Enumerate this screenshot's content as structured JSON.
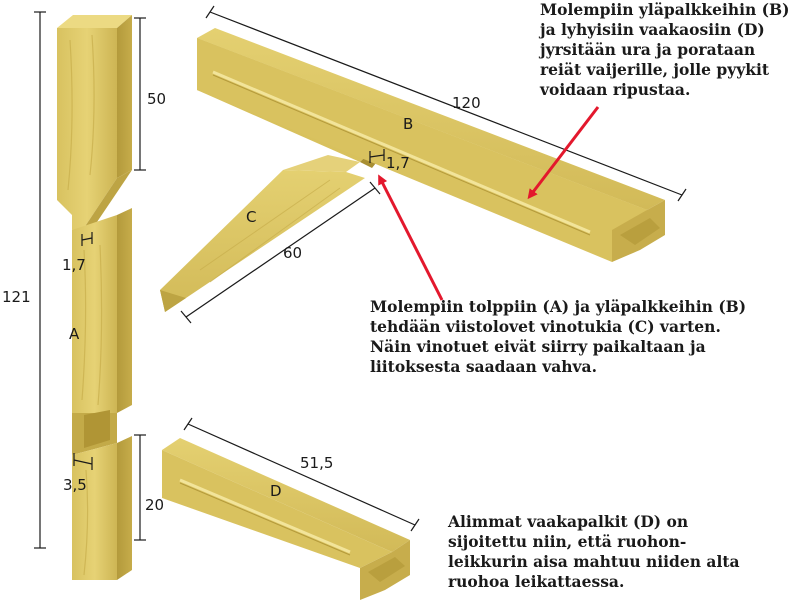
{
  "parts": {
    "a": "A",
    "b": "B",
    "c": "C",
    "d": "D"
  },
  "dimensions": {
    "post_height": "121",
    "post_top": "50",
    "post_bottom": "20",
    "notch_depth_post": "1,7",
    "notch_depth_beam": "1,7",
    "post_slot": "3,5",
    "beam_b_length": "120",
    "brace_c_length": "60",
    "beam_d_length": "51,5"
  },
  "notes": {
    "top": [
      "Molempiin yläpalkkeihin (B)",
      "ja lyhyisiin vaakaosiin (D)",
      "jyrsitään ura ja porataan",
      "reiät vaijerille, jolle pyykit",
      "voidaan ripustaa."
    ],
    "middle": [
      "Molempiin tolppiin (A) ja yläpalkkeihin (B)",
      "tehdään viistolovet vinotukia (C) varten.",
      "Näin vinotuet eivät siirry paikaltaan ja",
      "liitoksesta saadaan vahva."
    ],
    "bottom": [
      "Alimmat vaakapalkit (D) on",
      "sijoitettu niin, että ruohon-",
      "leikkurin aisa mahtuu niiden alta",
      "ruohoa leikattaessa."
    ]
  },
  "colors": {
    "wood_light": "#e2cd6e",
    "wood_mid": "#cdb452",
    "wood_dark": "#a98f34",
    "arrow": "#e3182d"
  }
}
